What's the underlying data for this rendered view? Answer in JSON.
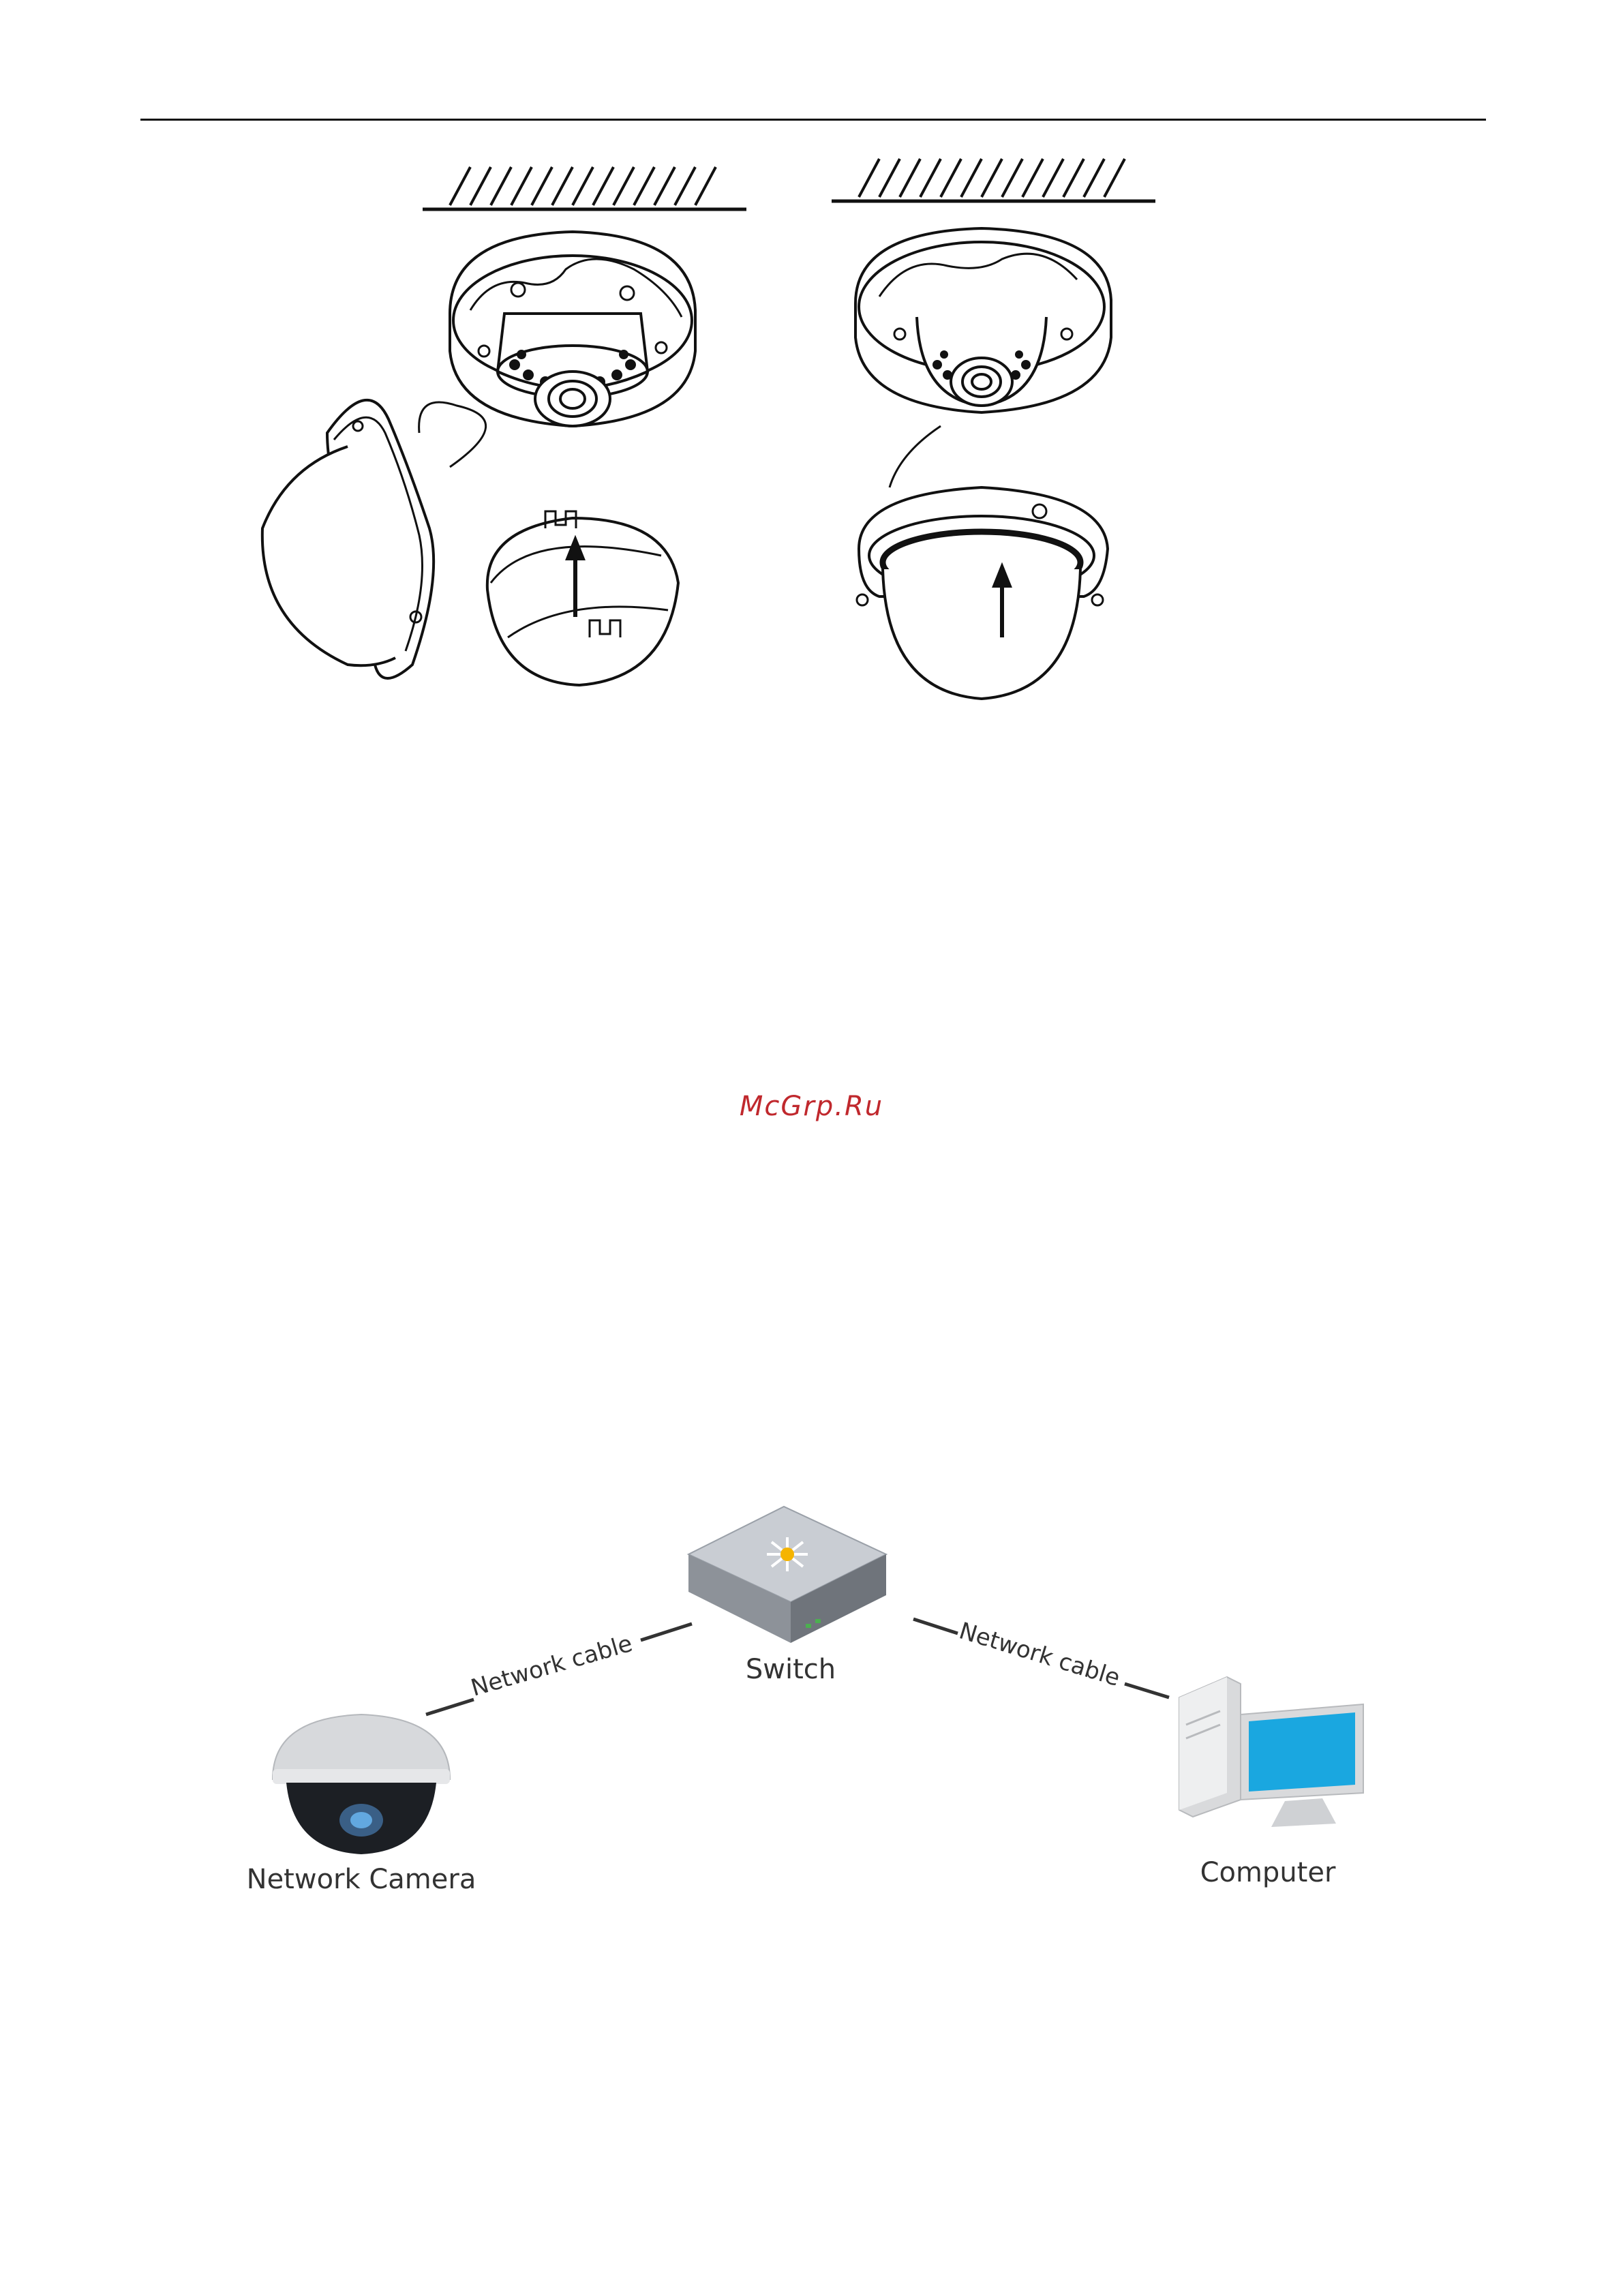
{
  "watermark": {
    "text": "McGrp.Ru",
    "color": "#c0282d"
  },
  "diagram": {
    "switch_label": "Switch",
    "camera_label": "Network Camera",
    "computer_label": "Computer",
    "cable_left_label": "Network cable",
    "cable_right_label": "Network cable"
  },
  "colors": {
    "line": "#111111",
    "screen": "#1aa7e0",
    "switch_top": "#c9cdd3",
    "switch_star": "#f5b400"
  }
}
